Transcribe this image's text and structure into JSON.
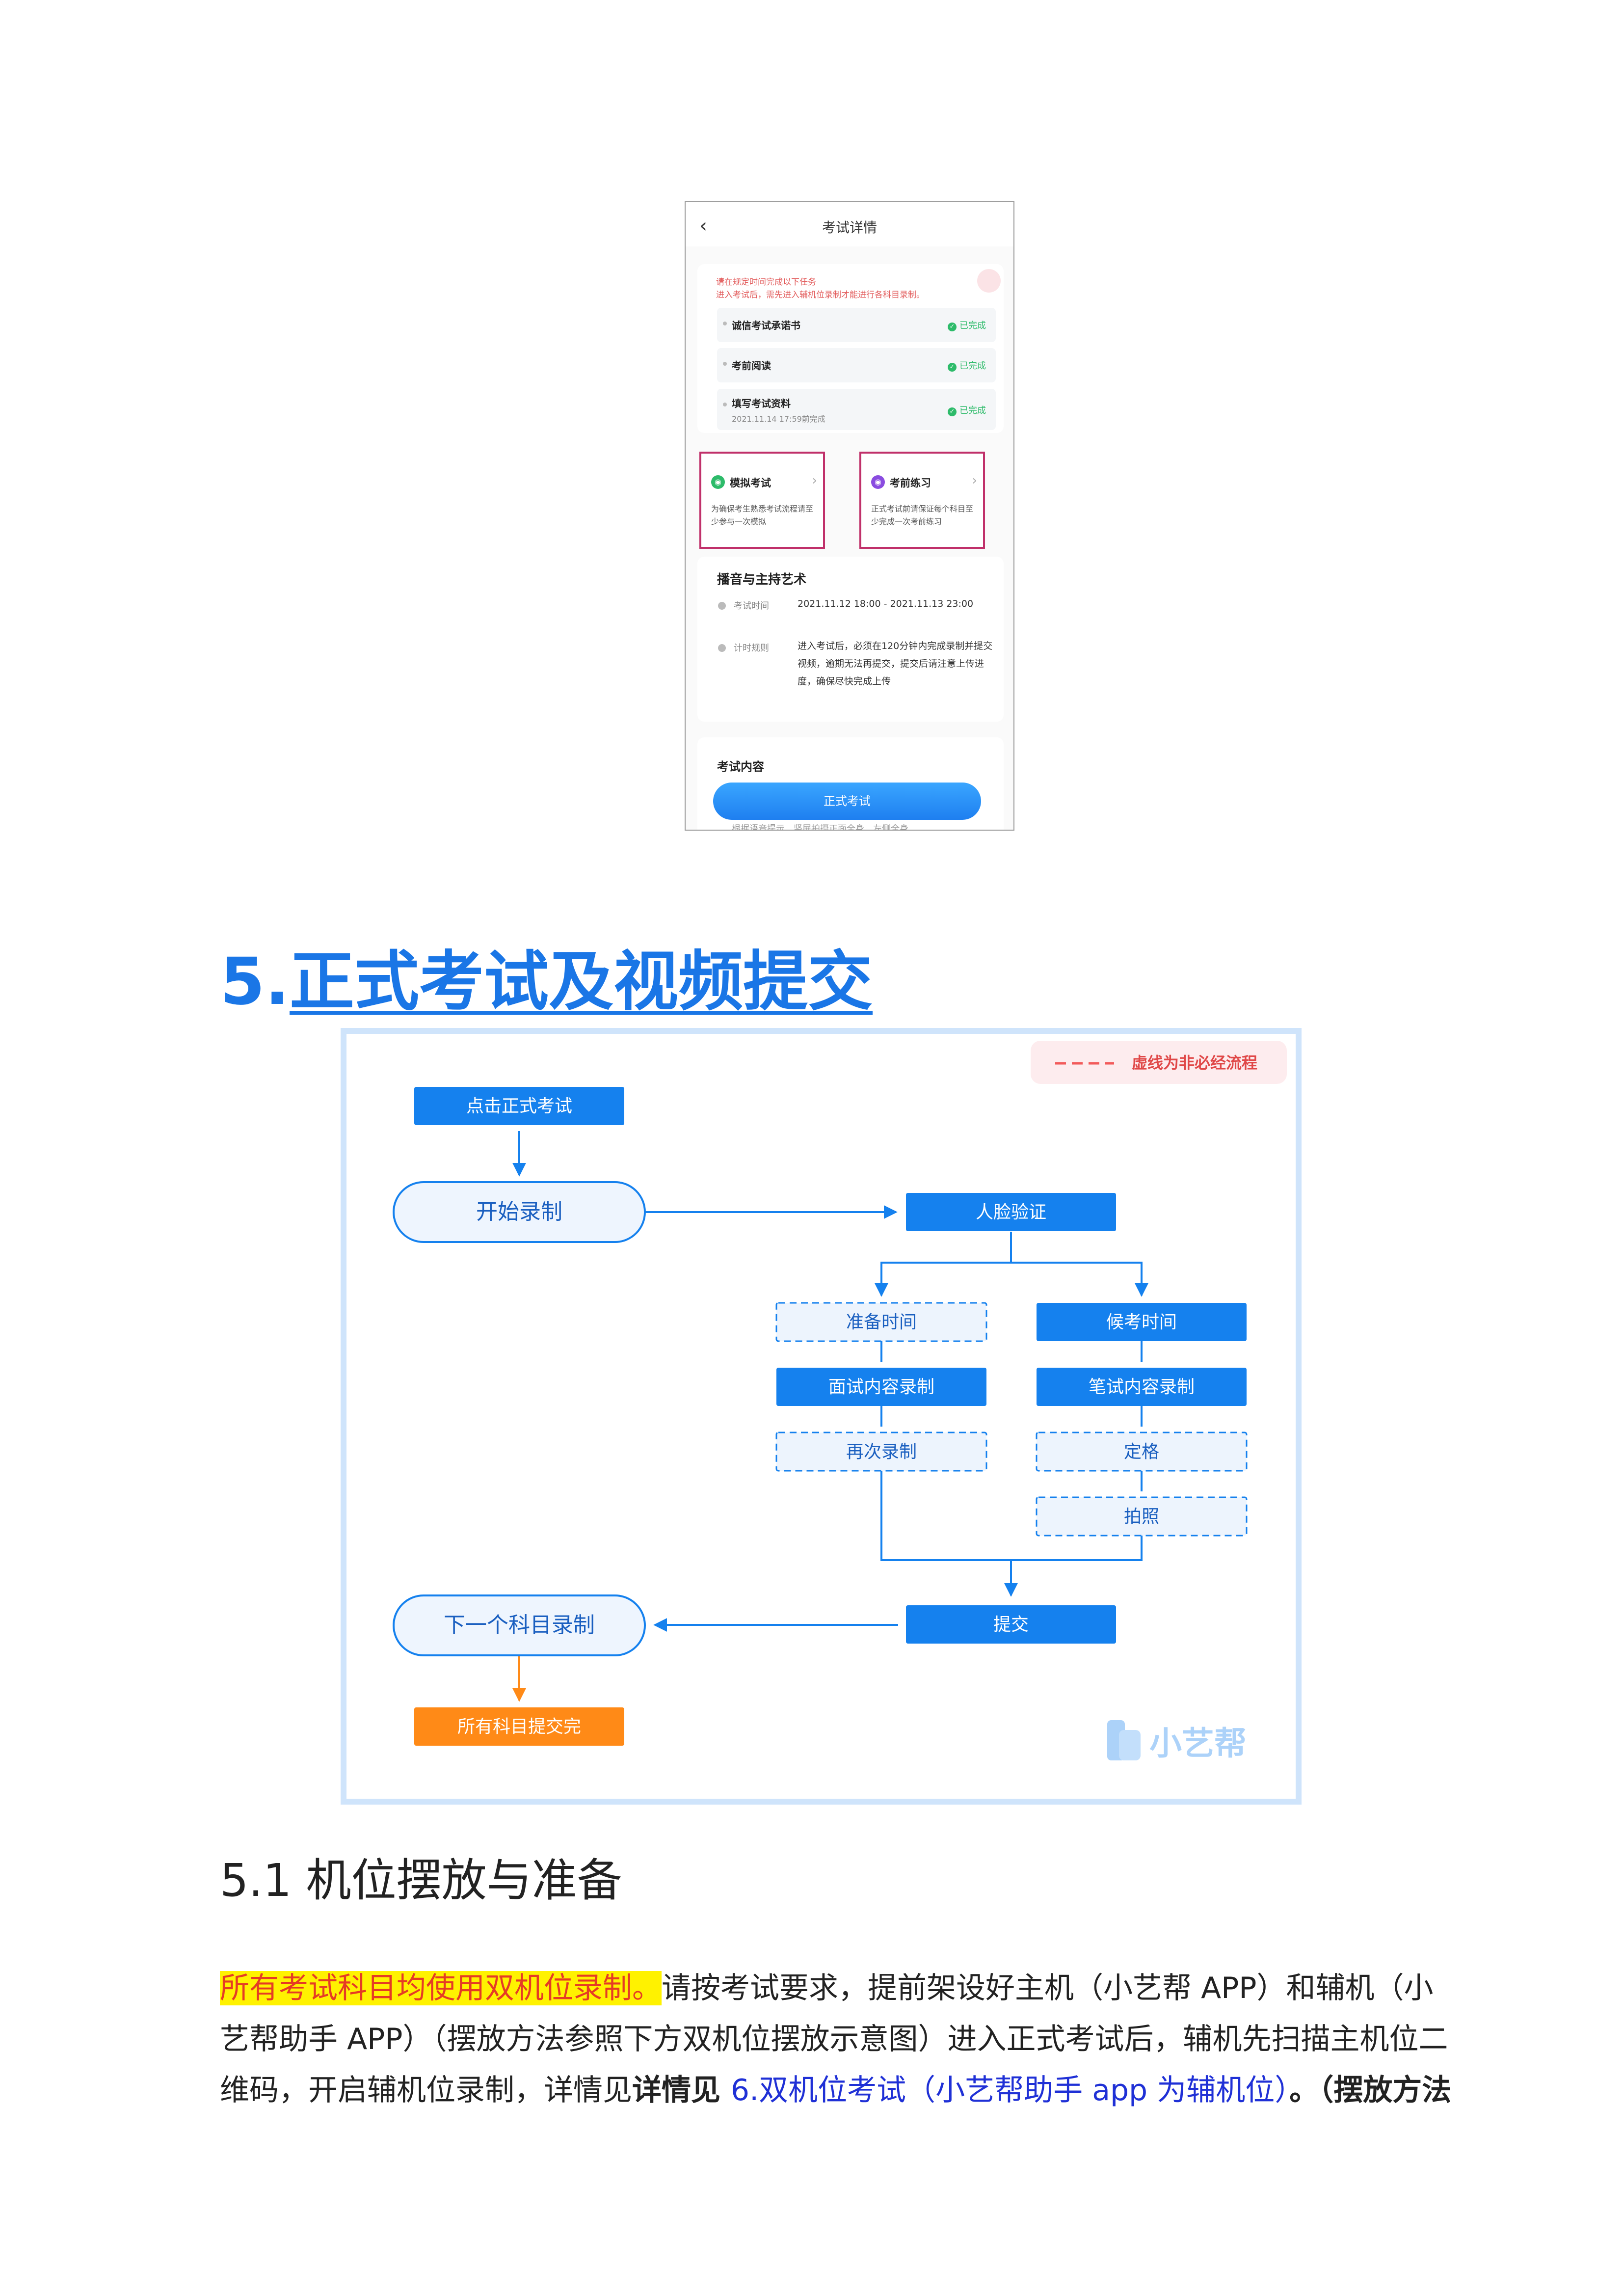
{
  "phone": {
    "back_icon": "chevron-left-icon",
    "title": "考试详情",
    "notice_line1": "请在规定时间完成以下任务",
    "notice_line2": "进入考试后，需先进入辅机位录制才能进行各科目录制。",
    "tasks": [
      {
        "name": "诚信考试承诺书",
        "sub": "",
        "status": "已完成"
      },
      {
        "name": "考前阅读",
        "sub": "",
        "status": "已完成"
      },
      {
        "name": "填写考试资料",
        "sub": "2021.11.14 17:59前完成",
        "status": "已完成"
      }
    ],
    "mock": {
      "name": "模拟考试",
      "desc": "为确保考生熟悉考试流程请至少参与一次模拟"
    },
    "practice": {
      "name": "考前练习",
      "desc": "正式考试前请保证每个科目至少完成一次考前练习"
    },
    "subject": {
      "title": "播音与主持艺术",
      "time_label": "考试时间",
      "time_value": "2021.11.12 18:00 - 2021.11.13 23:00",
      "rule_label": "计时规则",
      "rule_value": "进入考试后，必须在120分钟内完成录制并提交视频，逾期无法再提交，提交后请注意上传进度，确保尽快完成上传"
    },
    "content_title": "考试内容",
    "primary_button": "正式考试",
    "cut_text": "根据语音提示，竖屏拍摄正面全身、左侧全身、"
  },
  "heading": {
    "number": "5.",
    "title": "正式考试及视频提交"
  },
  "flow": {
    "legend": "虚线为非必经流程",
    "nodes": {
      "click_exam": "点击正式考试",
      "start_record": "开始录制",
      "face_verify": "人脸验证",
      "prep_time": "准备时间",
      "wait_time": "候考时间",
      "interview_record": "面试内容录制",
      "written_record": "笔试内容录制",
      "re_record": "再次录制",
      "freeze": "定格",
      "photo": "拍照",
      "submit": "提交",
      "next_subject": "下一个科目录制",
      "all_done": "所有科目提交完"
    },
    "watermark": "小艺帮",
    "colors": {
      "primary": "#1581ee",
      "orange": "#ff8a17",
      "frame": "#cfe4fb"
    }
  },
  "section": {
    "title": "5.1 机位摆放与准备"
  },
  "body": {
    "highlight": "所有考试科目均使用双机位录制。",
    "line1_rest": "请按考试要求，提前架设好主机（小艺帮 APP）和辅机（小",
    "line2": "艺帮助手 APP）（摆放方法参照下方双机位摆放示意图）进入正式考试后，辅机先扫描主机位二",
    "line3_a": "维码，开启辅机位录制，详情见",
    "line3_b": "详情见 ",
    "line3_link": "6.双机位考试（小艺帮助手 app 为辅机位）",
    "line3_c": "。（摆放方法"
  }
}
